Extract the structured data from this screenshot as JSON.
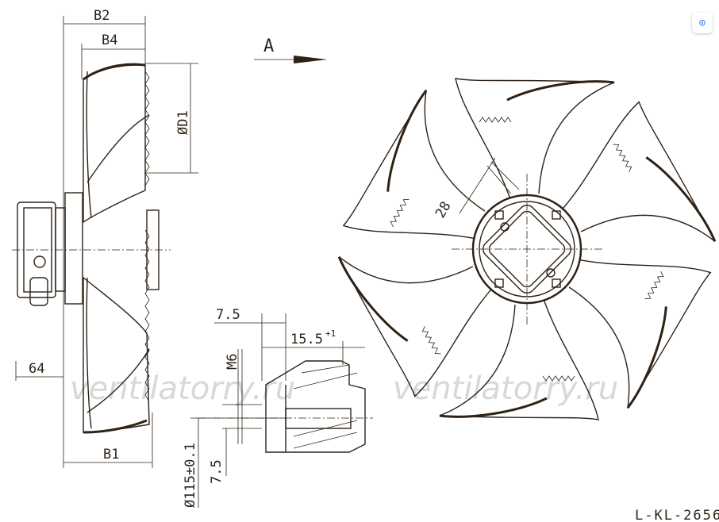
{
  "labels": {
    "b2": "B2",
    "b4": "B4",
    "view_a": "A",
    "d1": "ØD1",
    "angle_28": "28",
    "dim_7_5_top": "7.5",
    "dim_15_5": "15.5",
    "dim_15_5_tol": "+1",
    "m6": "M6",
    "dim_64": "64",
    "b1": "B1",
    "d115": "Ø115±0.1",
    "dim_7_5_side": "7.5",
    "drawing_code": "L-KL-2656"
  },
  "watermark": [
    "ventilatorry.ru",
    "ventilatorry.ru"
  ],
  "colors": {
    "line": "#2e2216",
    "watermark": "#d8d8d8"
  }
}
